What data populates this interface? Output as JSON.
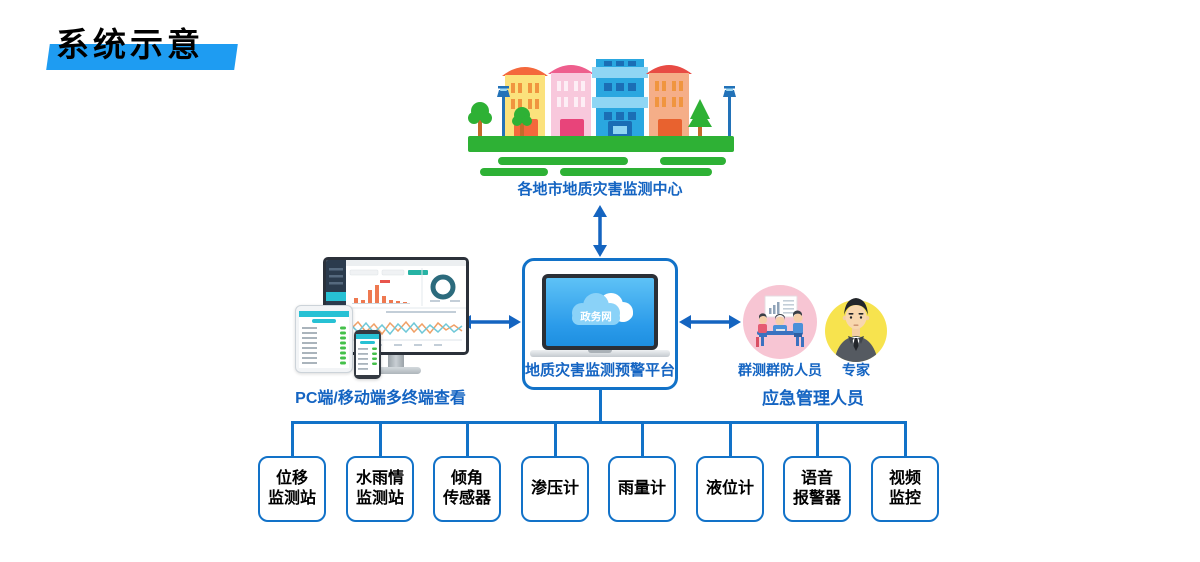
{
  "page_title": "系统示意",
  "colors": {
    "accent_blue": "#1272c8",
    "title_bar_blue": "#1e9cf2",
    "label_blue": "#1464c2",
    "ground_green": "#2eb135",
    "pink_circle": "#f7c5d3",
    "yellow_circle": "#f7e34e"
  },
  "monitoring_center": {
    "label": "各地市地质灾害监测中心"
  },
  "platform": {
    "cloud_label": "政务网",
    "label": "地质灾害监测预警平台"
  },
  "terminals": {
    "label": "PC端/移动端多终端查看"
  },
  "personnel": {
    "group_label": "应急管理人员",
    "members": [
      {
        "label": "群测群防人员"
      },
      {
        "label": "专家"
      }
    ]
  },
  "devices": [
    {
      "line1": "位移",
      "line2": "监测站"
    },
    {
      "line1": "水雨情",
      "line2": "监测站"
    },
    {
      "line1": "倾角",
      "line2": "传感器"
    },
    {
      "line1": "渗压计",
      "line2": ""
    },
    {
      "line1": "雨量计",
      "line2": ""
    },
    {
      "line1": "液位计",
      "line2": ""
    },
    {
      "line1": "语音",
      "line2": "报警器"
    },
    {
      "line1": "视频",
      "line2": "监控"
    }
  ]
}
